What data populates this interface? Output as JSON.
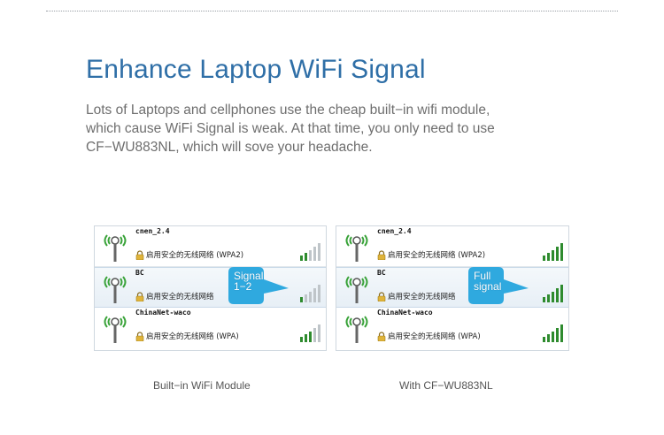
{
  "header": {
    "title": "Enhance Laptop WiFi Signal",
    "description_lines": [
      "Lots of Laptops and cellphones use the cheap built−in wifi module,",
      "which cause WiFi Signal is weak. At that time, you only need to use",
      "CF−WU883NL, which will sove your headache."
    ]
  },
  "panels": [
    {
      "networks": [
        {
          "ssid": "cnen_2.4",
          "status": "启用安全的无线网络 (WPA2)",
          "selected": false
        },
        {
          "ssid": "BC",
          "status": "启用安全的无线网络",
          "selected": true
        },
        {
          "ssid": "ChinaNet-waco",
          "status": "启用安全的无线网络 (WPA)",
          "selected": false
        }
      ],
      "bubble_lines": [
        "Signal",
        "1−2"
      ],
      "caption": "Built−in WiFi Module"
    },
    {
      "networks": [
        {
          "ssid": "cnen_2.4",
          "status": "启用安全的无线网络 (WPA2)",
          "selected": false
        },
        {
          "ssid": "BC",
          "status": "启用安全的无线网络",
          "selected": true
        },
        {
          "ssid": "ChinaNet-waco",
          "status": "启用安全的无线网络 (WPA)",
          "selected": false
        }
      ],
      "bubble_lines": [
        "Full",
        "signal"
      ],
      "caption": "With CF−WU883NL"
    }
  ],
  "colors": {
    "title": "#2f6fa7",
    "signal_green": "#2e8b2e",
    "bubble": "#2fa9df"
  },
  "icons": {
    "antenna": "wifi-antenna-icon",
    "lock": "lock-icon",
    "bars": "signal-bars-icon"
  }
}
